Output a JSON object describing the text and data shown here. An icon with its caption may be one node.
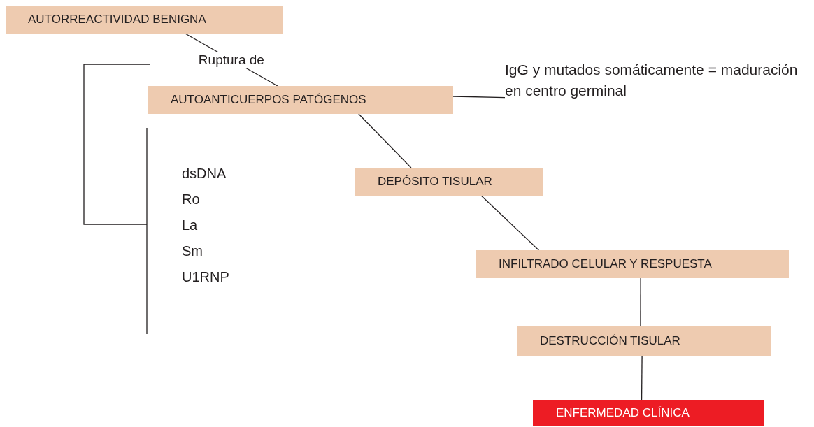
{
  "diagram": {
    "nodes": [
      {
        "text": [
          "AUTORREACTIVIDAD BENIGNA"
        ]
      },
      {
        "text": [
          "AUTOANTICUERPOS PATÓGENOS"
        ]
      },
      {
        "text": [
          "IgG y mutados somáticamente = maduración en centro germinal"
        ]
      },
      {
        "text": [
          "DEPÓSITO TISULAR"
        ]
      },
      {
        "text": [
          "INFILTRADO CELULAR Y RESPUESTA"
        ]
      },
      {
        "text": [
          "DESTRUCCIÓN TISULAR"
        ]
      },
      {
        "text": [
          "ENFERMEDAD CLÍNICA"
        ]
      }
    ],
    "edges": [
      {
        "from": 0,
        "to": 1,
        "arrow": "none",
        "label": "Ruptura de"
      },
      {
        "from": 1,
        "to": 2,
        "arrow": "none"
      },
      {
        "from": 1,
        "to": 3,
        "arrow": "none"
      },
      {
        "from": 3,
        "to": 4,
        "arrow": "none"
      },
      {
        "from": 4,
        "to": 5,
        "arrow": "none"
      },
      {
        "from": 5,
        "to": 6,
        "arrow": "none"
      }
    ],
    "labels": [
      "dsDNA",
      "Ro",
      "La",
      "Sm",
      "U1RNP"
    ]
  }
}
